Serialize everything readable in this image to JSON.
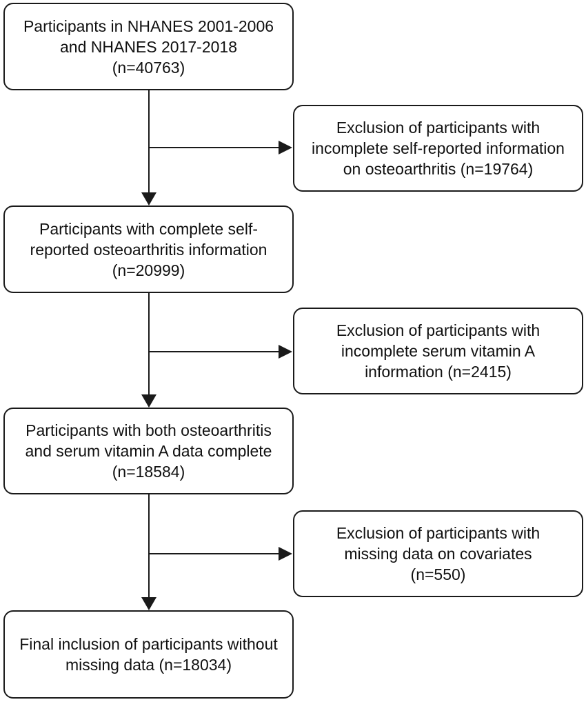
{
  "boxes": {
    "main1": {
      "line1": "Participants in NHANES 2001-2006",
      "line2": "and NHANES 2017-2018",
      "line3": "(n=40763)"
    },
    "excl1": {
      "line1": "Exclusion of participants with",
      "line2": "incomplete self-reported information",
      "line3": "on osteoarthritis (n=19764)"
    },
    "main2": {
      "line1": "Participants with complete self-",
      "line2": "reported osteoarthritis information",
      "line3": "(n=20999)"
    },
    "excl2": {
      "line1": "Exclusion of participants with",
      "line2": "incomplete serum vitamin A",
      "line3": "information (n=2415)"
    },
    "main3": {
      "line1": "Participants with both osteoarthritis",
      "line2": "and serum vitamin A data complete",
      "line3": "(n=18584)"
    },
    "excl3": {
      "line1": "Exclusion of participants with",
      "line2": "missing data on covariates",
      "line3": "(n=550)"
    },
    "main4": {
      "line1": "Final inclusion of participants without",
      "line2": "missing data (n=18034)"
    }
  },
  "colors": {
    "stroke": "#1a1a1a",
    "background": "#ffffff"
  }
}
